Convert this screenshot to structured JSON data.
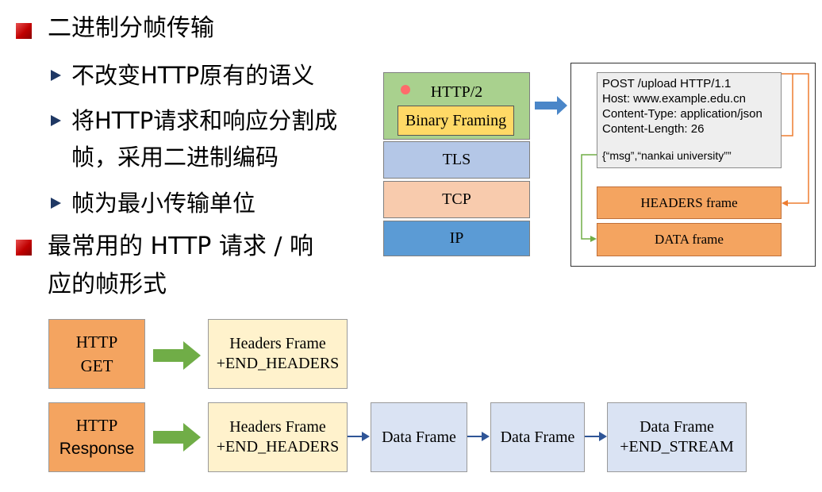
{
  "colors": {
    "bullet_red": "#c00000",
    "orange": "#f4a460",
    "http_box": "#a9d18e",
    "framing": "#ffd966",
    "tls": "#b4c7e7",
    "tcp": "#f8cbad",
    "ip": "#5b9bd5",
    "pale_yellow": "#fff2cc",
    "pale_blue": "#dae3f3",
    "green_arrow": "#70ad47",
    "blue_arrow": "#2f5597",
    "orange_line": "#ed7d31"
  },
  "bullets": {
    "b1": "二进制分帧传输",
    "s1": "不改变HTTP原有的语义",
    "s2a": "将HTTP请求和响应分割成",
    "s2b": "帧，采用二进制编码",
    "s3": "帧为最小传输单位",
    "b2a": "最常用的 HTTP 请求 / 响",
    "b2b": "应的帧形式"
  },
  "stack": {
    "http2": "HTTP/2",
    "framing": "Binary Framing",
    "tls": "TLS",
    "tcp": "TCP",
    "ip": "IP"
  },
  "request": {
    "line1": "POST /upload HTTP/1.1",
    "line2": "Host: www.example.edu.cn",
    "line3": "Content-Type: application/json",
    "line4": "Content-Length: 26",
    "body": "{“msg”,“nankai university””",
    "headers_frame": "HEADERS frame",
    "data_frame": "DATA frame"
  },
  "flow": {
    "get_a": "HTTP",
    "get_b": "GET",
    "get_headers_a": "Headers Frame",
    "get_headers_b": "+END_HEADERS",
    "resp_a": "HTTP",
    "resp_b": "Response",
    "resp_headers_a": "Headers Frame",
    "resp_headers_b": "+END_HEADERS",
    "data1": "Data Frame",
    "data2": "Data Frame",
    "data3_a": "Data Frame",
    "data3_b": "+END_STREAM"
  }
}
